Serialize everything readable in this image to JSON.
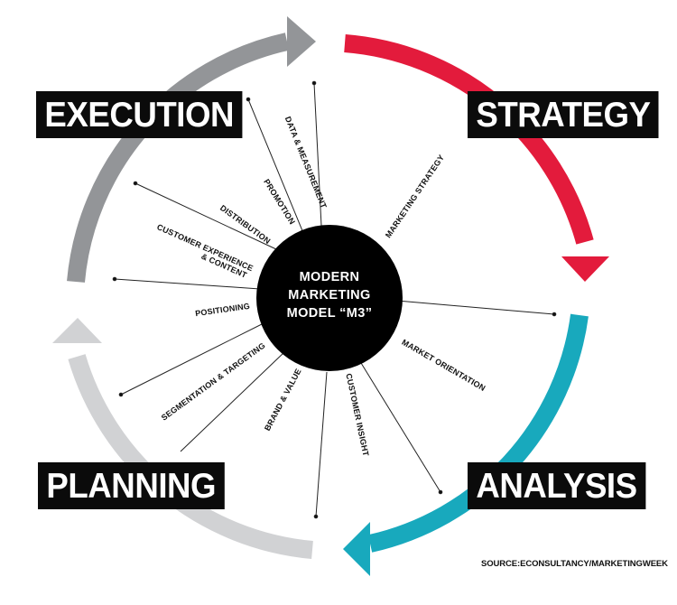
{
  "phases": {
    "execution": "EXECUTION",
    "strategy": "STRATEGY",
    "planning": "PLANNING",
    "analysis": "ANALYSIS"
  },
  "center": {
    "line1": "MODERN",
    "line2": "MARKETING",
    "line3": "MODEL “M3”"
  },
  "spokes": {
    "data_measurement": "DATA & MEASUREMENT",
    "promotion": "PROMOTION",
    "distribution": "DISTRIBUTION",
    "cx_line1": "CUSTOMER EXPERIENCE",
    "cx_line2": "& CONTENT",
    "positioning": "POSITIONING",
    "segmentation": "SEGMENTATION & TARGETING",
    "brand_value": "BRAND & VALUE",
    "customer_insight": "CUSTOMER INSIGHT",
    "market_orientation": "MARKET ORIENTATION",
    "marketing_strategy": "MARKETING STRATEGY"
  },
  "source": "SOURCE:ECONSULTANCY/MARKETINGWEEK",
  "colors": {
    "execution": "#939598",
    "strategy": "#e31b3c",
    "analysis": "#18a9bd",
    "planning": "#d1d2d4",
    "hub": "#000000",
    "box": "#0b0b0b"
  }
}
